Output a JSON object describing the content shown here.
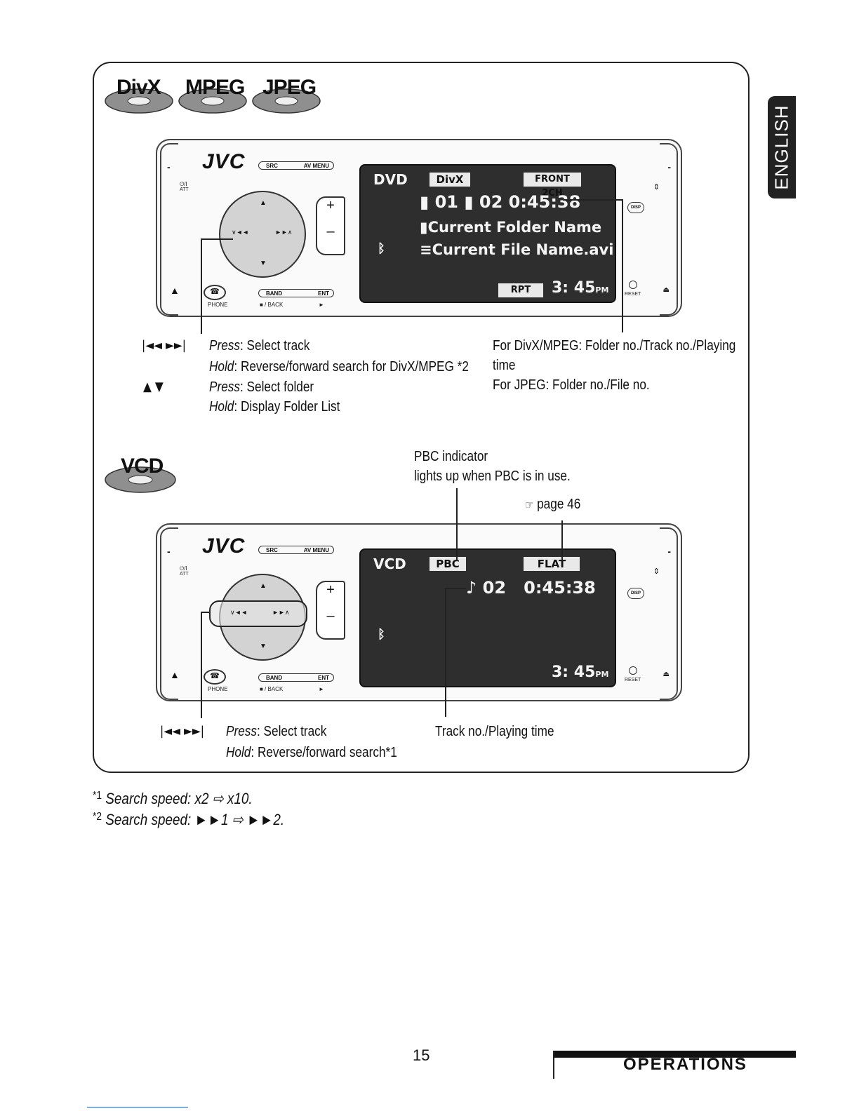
{
  "language_tab": "ENGLISH",
  "section1": {
    "discs": [
      "DivX",
      "MPEG",
      "JPEG"
    ],
    "unit": {
      "brand": "JVC",
      "src_label": "SRC",
      "avmenu_label": "AV MENU",
      "band_label": "BAND",
      "ent_label": "ENT",
      "phone_label": "PHONE",
      "back_label": "■ / BACK",
      "play_label": "►",
      "att_label": "ATT",
      "power_label": "⏻/I",
      "reset_label": "RESET",
      "disp_label": "DISP",
      "minus_label": "-",
      "plus_label": "+",
      "dash_label": "–",
      "eject_label": "▲",
      "screen": {
        "source": "DVD",
        "format_tag": "DivX",
        "audio_tag": "FRONT 2CH",
        "track_line": "01 ▮ 02 0:45:38",
        "folder_line": "Current Folder Name",
        "file_line": "Current File Name.avi",
        "rpt_tag": "RPT",
        "clock": "3: 45",
        "clock_suffix": "PM"
      }
    },
    "notes_left": {
      "skip_symbol": "|◄◄ ►►|",
      "press1_italic": "Press",
      "press1_text": ": Select track",
      "hold1_italic": "Hold",
      "hold1_text": ": Reverse/forward search for DivX/MPEG *2",
      "updown_symbol": "▲ ▼",
      "press2_italic": "Press",
      "press2_text": ": Select folder",
      "hold2_italic": "Hold",
      "hold2_text": ": Display Folder List"
    },
    "notes_right": {
      "line1": "For DivX/MPEG: Folder no./Track no./Playing",
      "line2": "time",
      "line3": "For JPEG: Folder no./File no."
    }
  },
  "section2": {
    "disc": "VCD",
    "pbc_note_line1": "PBC indicator",
    "pbc_note_line2": "lights up when PBC is in use.",
    "page_ref": "page 46",
    "page_ref_icon": "☞",
    "unit": {
      "brand": "JVC",
      "src_label": "SRC",
      "avmenu_label": "AV MENU",
      "band_label": "BAND",
      "ent_label": "ENT",
      "phone_label": "PHONE",
      "back_label": "■ / BACK",
      "play_label": "►",
      "att_label": "ATT",
      "power_label": "⏻/I",
      "reset_label": "RESET",
      "disp_label": "DISP",
      "minus_label": "-",
      "plus_label": "+",
      "dash_label": "–",
      "eject_label": "▲",
      "screen": {
        "source": "VCD",
        "pbc_tag": "PBC",
        "sound_tag": "FLAT",
        "track_line": "♪ 02   0:45:38",
        "clock": "3: 45",
        "clock_suffix": "PM"
      }
    },
    "notes_left": {
      "skip_symbol": "|◄◄ ►►|",
      "press_italic": "Press",
      "press_text": ": Select track",
      "hold_italic": "Hold",
      "hold_text": ": Reverse/forward search*1"
    },
    "note_right": "Track no./Playing time"
  },
  "footnotes": [
    {
      "mark": "*1",
      "text": "Search speed: x2 ⇨ x10."
    },
    {
      "mark": "*2",
      "text": "Search speed: ►►1 ⇨ ►►2."
    }
  ],
  "page_number": "15",
  "section_banner": "OPERATIONS"
}
